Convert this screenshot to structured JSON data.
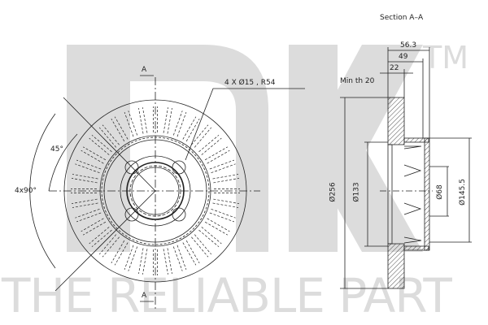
{
  "watermark": {
    "brand": "NK",
    "trademark": "TM",
    "tagline": "THE RELIABLE PART",
    "color": "#dcdcdc"
  },
  "front_view": {
    "section_marker_top": "A",
    "section_marker_bottom": "A",
    "angle_label": "45°",
    "repeat_angle_label": "4x90°",
    "bolt_callout": "4 X Ø15 , R54"
  },
  "section_view": {
    "title": "Section A–A",
    "dims": {
      "overall_height": "56.3",
      "hat_height": "49",
      "thickness": "22",
      "min_thickness": "Min th 20",
      "outer_diameter": "Ø256",
      "hub_diameter": "Ø133",
      "center_bore": "Ø68",
      "hat_diameter": "Ø145.5"
    }
  },
  "colors": {
    "line": "#222222",
    "watermark": "#dcdcdc"
  }
}
